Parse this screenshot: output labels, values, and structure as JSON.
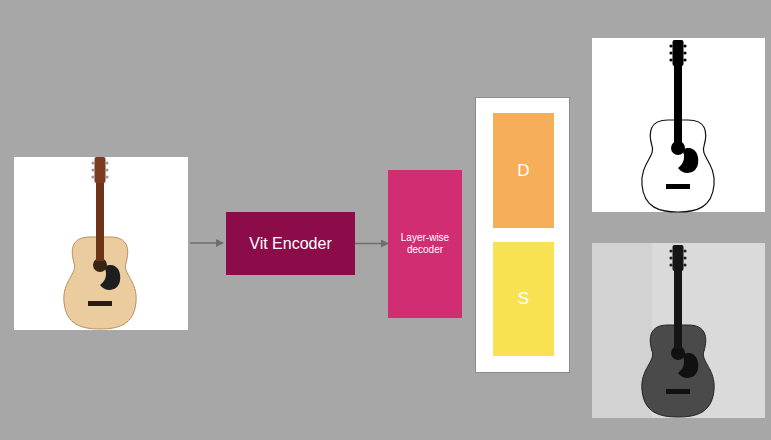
{
  "diagram": {
    "nodes": [
      {
        "text": [
          "Vit Encoder"
        ]
      },
      {
        "text": [
          "Layer-wise decoder"
        ]
      },
      {
        "text": [
          "D"
        ]
      },
      {
        "text": [
          "S"
        ]
      }
    ],
    "edges": [
      {
        "from": 0,
        "to": 1,
        "arrow": "to"
      }
    ]
  }
}
